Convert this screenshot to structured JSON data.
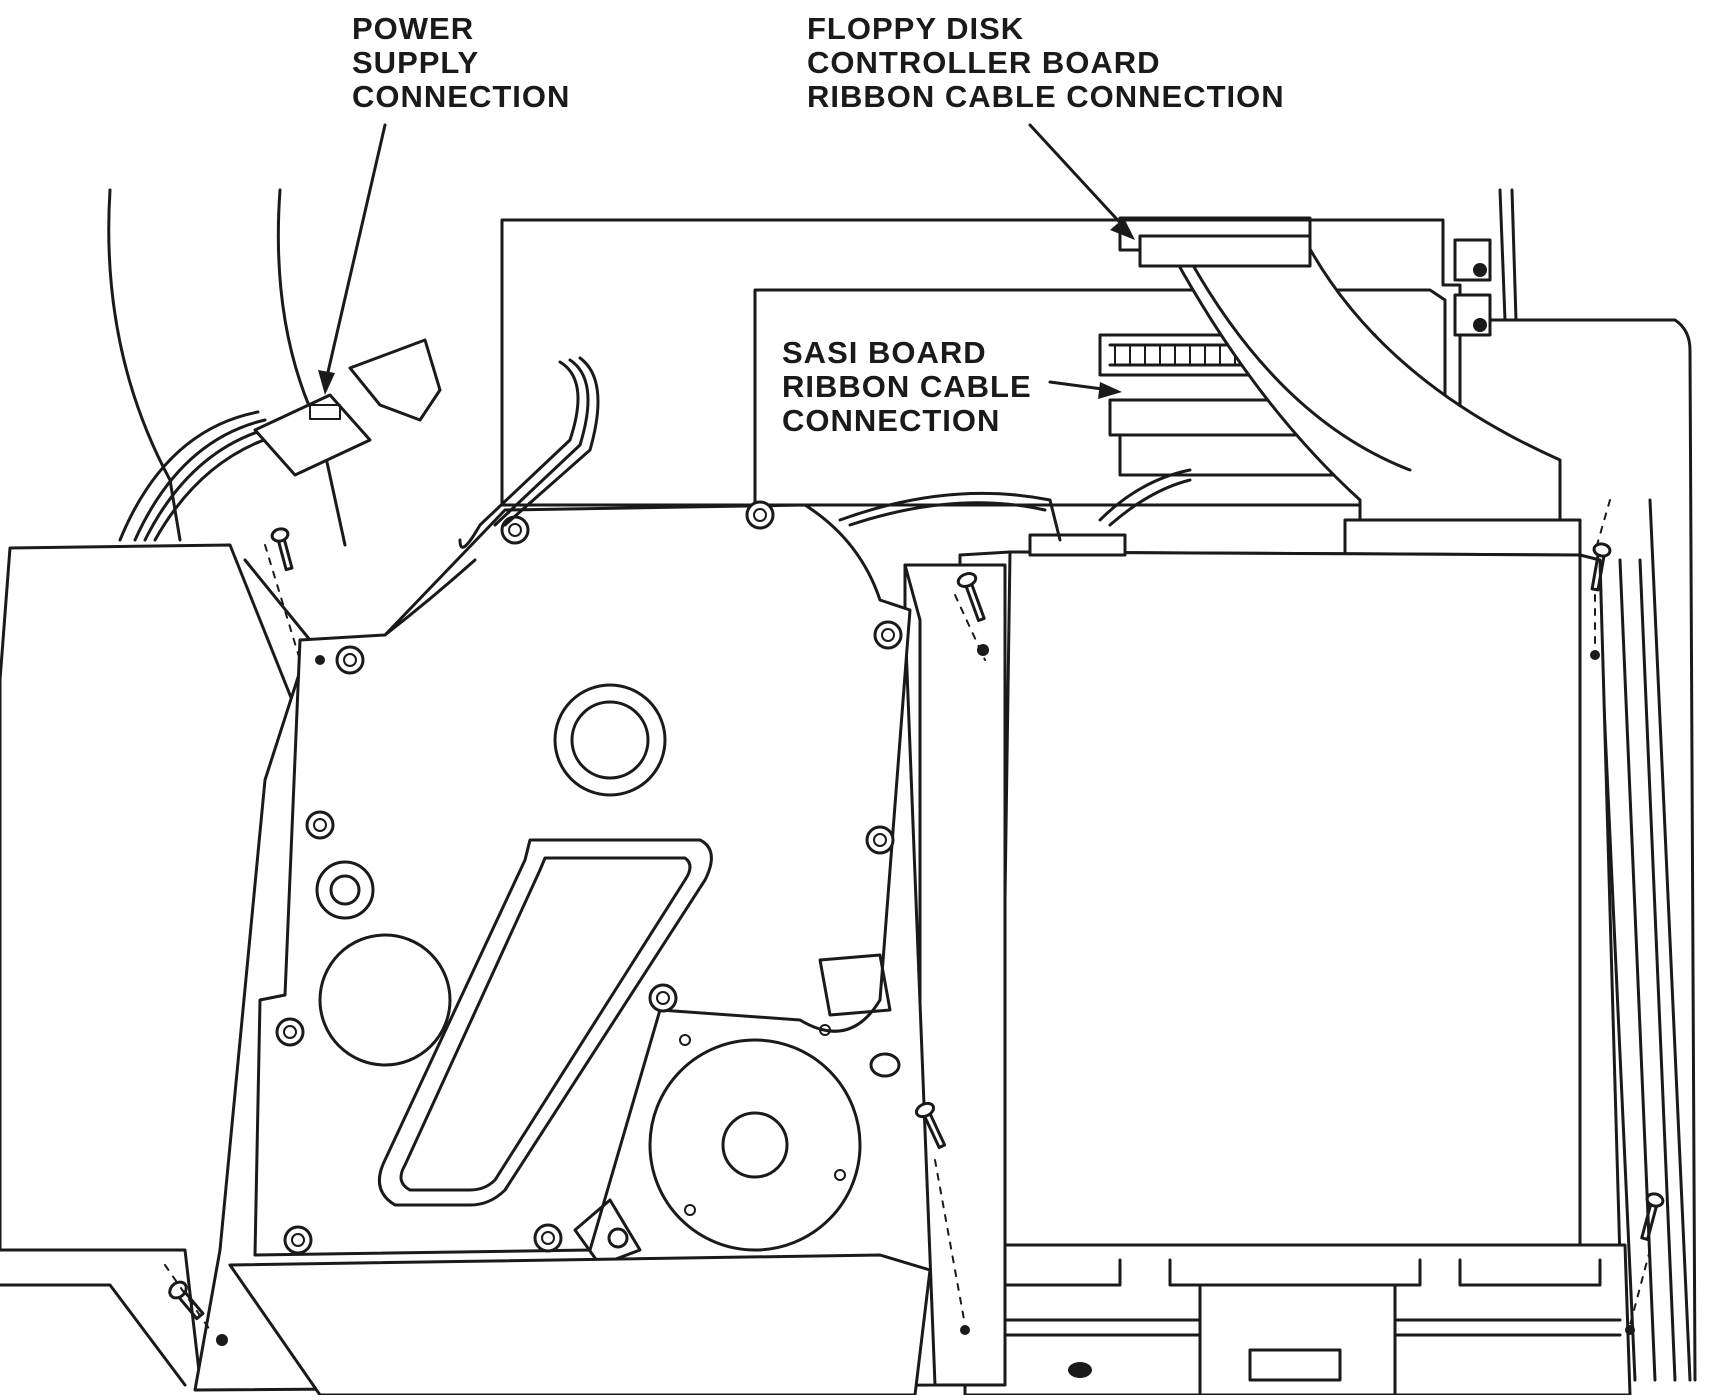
{
  "labels": {
    "power_supply": [
      "POWER",
      "SUPPLY",
      "CONNECTION"
    ],
    "floppy_controller": [
      "FLOPPY DISK",
      "CONTROLLER BOARD",
      "RIBBON CABLE CONNECTION"
    ],
    "sasi_board": [
      "SASI BOARD",
      "RIBBON CABLE",
      "CONNECTION"
    ]
  },
  "icons": {
    "screw": "screw-icon",
    "connector": "connector-icon"
  },
  "colors": {
    "ink": "#1a1a1a",
    "paper": "#ffffff"
  }
}
